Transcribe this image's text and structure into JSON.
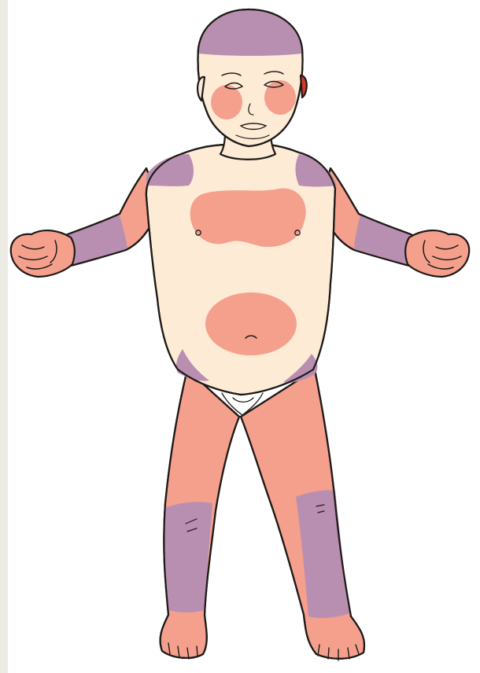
{
  "diagram": {
    "subject": "infant-body-front-view",
    "colors": {
      "background": "#ffffff",
      "frame": "#ecebe3",
      "skin_base": "#fdebd6",
      "pink_region": "#f4a08d",
      "purple_region": "#b98fb1",
      "outline": "#1e1a18"
    },
    "regions": [
      {
        "id": "scalp",
        "color": "purple"
      },
      {
        "id": "left-cheek",
        "color": "pink"
      },
      {
        "id": "right-cheek",
        "color": "pink"
      },
      {
        "id": "left-shoulder",
        "color": "purple"
      },
      {
        "id": "right-shoulder",
        "color": "purple"
      },
      {
        "id": "chest",
        "color": "pink"
      },
      {
        "id": "abdomen",
        "color": "pink"
      },
      {
        "id": "left-forearm",
        "color": "purple"
      },
      {
        "id": "right-forearm",
        "color": "purple"
      },
      {
        "id": "left-hand",
        "color": "pink"
      },
      {
        "id": "right-hand",
        "color": "pink"
      },
      {
        "id": "left-flank",
        "color": "purple"
      },
      {
        "id": "right-flank",
        "color": "purple"
      },
      {
        "id": "thighs",
        "color": "pink"
      },
      {
        "id": "left-lower-leg",
        "color": "purple"
      },
      {
        "id": "right-lower-leg",
        "color": "purple"
      },
      {
        "id": "feet",
        "color": "pink"
      }
    ]
  }
}
